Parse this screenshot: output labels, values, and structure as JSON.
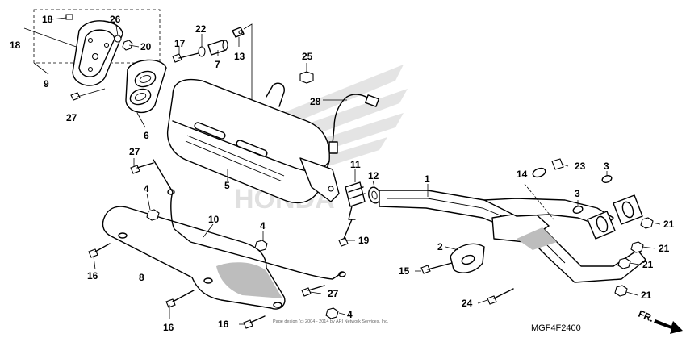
{
  "diagram": {
    "code": "MGF4F2400",
    "copyright": "Page design (c) 2004 - 2014 by ARI Network Services, Inc.",
    "watermark": "HONDA",
    "direction_label": "FR.",
    "callouts": [
      "1",
      "2",
      "3",
      "3",
      "4",
      "4",
      "4",
      "5",
      "6",
      "7",
      "9",
      "10",
      "11",
      "12",
      "13",
      "14",
      "15",
      "16",
      "16",
      "16",
      "17",
      "18",
      "18",
      "19",
      "20",
      "21",
      "21",
      "21",
      "21",
      "22",
      "23",
      "24",
      "25",
      "26",
      "27",
      "27",
      "27",
      "28",
      "8"
    ]
  }
}
